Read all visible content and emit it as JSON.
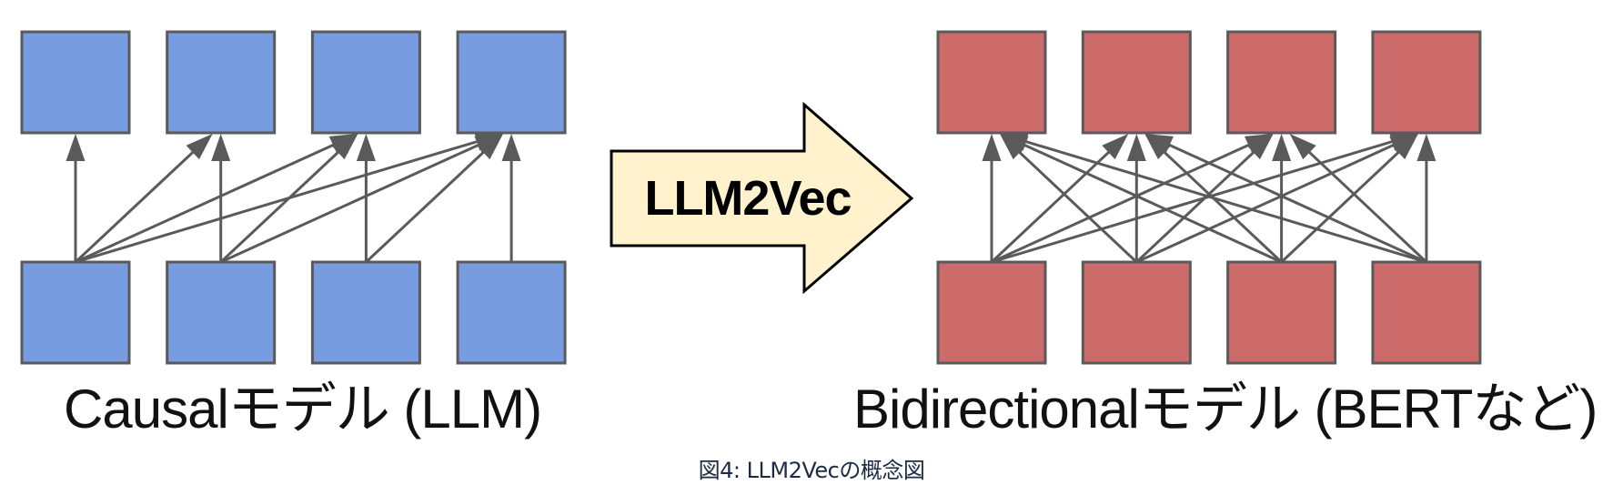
{
  "figure": {
    "caption": "図4: LLM2Vecの概念図",
    "transform_arrow": {
      "label": "LLM2Vec",
      "fill_color": "#fff2cc",
      "stroke_color": "#000000"
    },
    "models": [
      {
        "id": "causal",
        "label": "Causalモデル (LLM)",
        "attention": "causal",
        "tokens": 4,
        "fill_color": "#789ce0",
        "stroke_color": "#5a5a5a"
      },
      {
        "id": "bidirectional",
        "label": "Bidirectionalモデル (BERTなど)",
        "attention": "bidirectional",
        "tokens": 4,
        "fill_color": "#cd6b6a",
        "stroke_color": "#5a5a5a"
      }
    ],
    "edge_color": "#5a5a5a"
  }
}
